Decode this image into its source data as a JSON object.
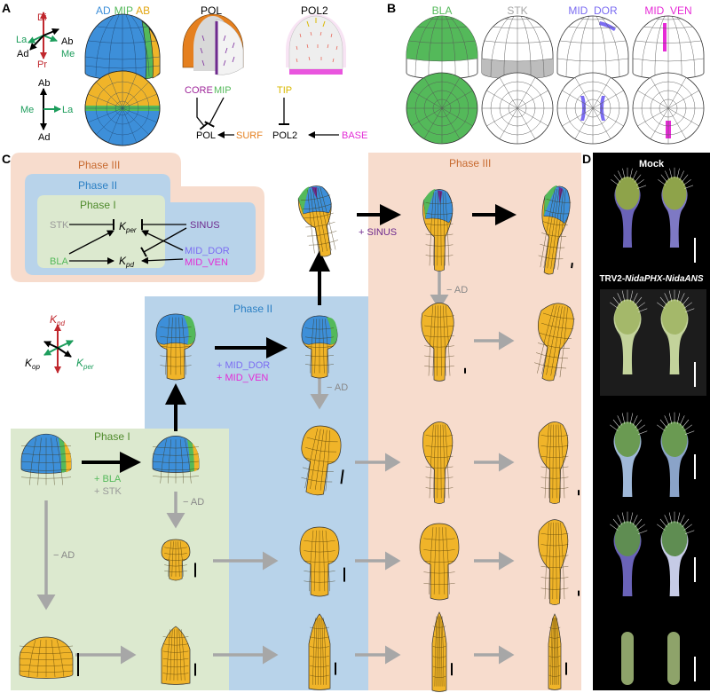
{
  "colors": {
    "phase1_bg": "#dce9cf",
    "phase2_bg": "#b8d3ea",
    "phase3_bg": "#f7dccd",
    "ad_blue": "#3d8fd9",
    "ab_orange": "#f0b429",
    "mip_green": "#54b95a",
    "core_purple": "#a0289b",
    "mid_dor": "#7b6cf2",
    "mid_ven": "#e62bd6",
    "sinus": "#6e2a8e",
    "surf_orange": "#e5801f",
    "tip_yellow": "#d9b800",
    "base_magenta": "#e32bd6",
    "kpd_red": "#c0272d",
    "kper_green": "#1d9d5c",
    "arrow_gray": "#a7a7a7"
  },
  "panels": {
    "a": "A",
    "b": "B",
    "c": "C",
    "d": "D"
  },
  "panel_a": {
    "axes1": {
      "di": "Di",
      "pr": "Pr",
      "la": "La",
      "ab": "Ab",
      "ad": "Ad",
      "me": "Me"
    },
    "axes2": {
      "ab": "Ab",
      "ad": "Ad",
      "me": "Me",
      "la": "La"
    },
    "title_ad": "AD",
    "title_mip": "MIP",
    "title_ab": "AB",
    "title_pol": "POL",
    "title_pol2": "POL2",
    "net": {
      "core": "CORE",
      "mip": "MIP",
      "pol": "POL",
      "surf": "SURF",
      "tip": "TIP",
      "pol2": "POL2",
      "base": "BASE"
    }
  },
  "panel_b": {
    "labels": [
      "BLA",
      "STK",
      "MID_DOR",
      "MID_VEN"
    ]
  },
  "panel_c": {
    "net": {
      "phase3": "Phase III",
      "phase2": "Phase II",
      "phase1": "Phase I",
      "stk": "STK",
      "bla": "BLA",
      "sinus": "SINUS",
      "mid_dor": "MID_DOR",
      "mid_ven": "MID_VEN",
      "k": "K",
      "per": "per",
      "pd": "pd"
    },
    "axes": {
      "k": "K",
      "pd": "pd",
      "op": "op",
      "per": "per"
    },
    "phase1_label": "Phase I",
    "phase2_label": "Phase II",
    "phase3_label": "Phase III",
    "plus_bla": "+ BLA",
    "plus_stk": "+ STK",
    "plus_mid_dor": "+ MID_DOR",
    "plus_mid_ven": "+ MID_VEN",
    "plus_sinus": "+ SINUS",
    "minus_ad": "− AD"
  },
  "panel_d": {
    "mock": "Mock",
    "trv_prefix": "TRV2-",
    "trv_genes": "NidaPHX-NidaANS"
  }
}
